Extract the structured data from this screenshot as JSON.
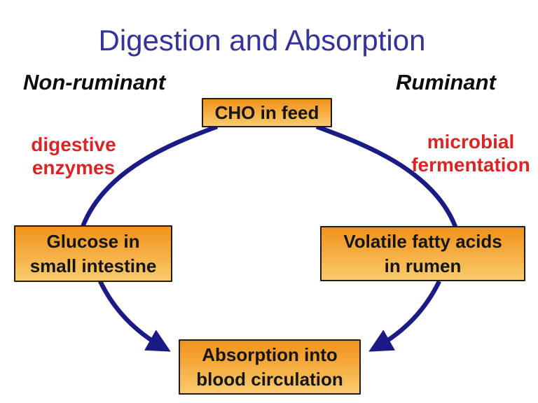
{
  "slide": {
    "title": "Digestion and Absorption",
    "columns": {
      "left": "Non-ruminant",
      "right": "Ruminant"
    },
    "annotations": {
      "left": "digestive\nenzymes",
      "right": "microbial\nfermentation"
    },
    "nodes": {
      "cho": "CHO in feed",
      "glucose": "Glucose in\nsmall intestine",
      "vfa": "Volatile fatty acids\nin rumen",
      "absorption": "Absorption into\nblood circulation"
    },
    "colors": {
      "title_blue": "#333399",
      "annotation_red": "#d92525",
      "arrow_navy": "#1b1b85",
      "box_gradient_top": "#f0921c",
      "box_gradient_bottom": "#f9cb6d",
      "box_border": "#241c10",
      "text_black": "#151515",
      "background": "#ffffff"
    }
  }
}
